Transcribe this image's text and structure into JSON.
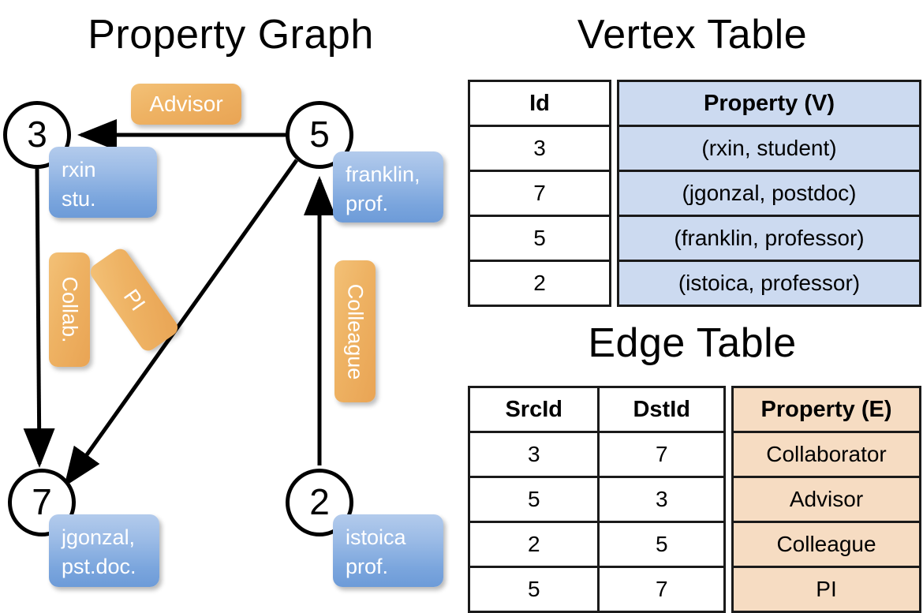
{
  "titles": {
    "property_graph": "Property Graph",
    "vertex_table": "Vertex Table",
    "edge_table": "Edge Table"
  },
  "colors": {
    "vertex_property_fill": "#ccdaf0",
    "edge_property_fill": "#f6dcc2",
    "callout_blue": "#7aa5dd",
    "label_orange": "#eeb263",
    "stroke": "#000000"
  },
  "graph": {
    "nodes": [
      {
        "id": "3",
        "property_lines": [
          "rxin",
          "stu."
        ]
      },
      {
        "id": "5",
        "property_lines": [
          "franklin,",
          "prof."
        ]
      },
      {
        "id": "7",
        "property_lines": [
          "jgonzal,",
          "pst.doc."
        ]
      },
      {
        "id": "2",
        "property_lines": [
          "istoica",
          "prof."
        ]
      }
    ],
    "edge_labels": [
      {
        "name": "advisor",
        "text": "Advisor"
      },
      {
        "name": "collab",
        "text": "Collab."
      },
      {
        "name": "pi",
        "text": "PI"
      },
      {
        "name": "colleague",
        "text": "Colleague"
      }
    ]
  },
  "vertex_table": {
    "headers": [
      "Id",
      "Property (V)"
    ],
    "rows": [
      {
        "id": "3",
        "property": "(rxin, student)"
      },
      {
        "id": "7",
        "property": "(jgonzal, postdoc)"
      },
      {
        "id": "5",
        "property": "(franklin, professor)"
      },
      {
        "id": "2",
        "property": "(istoica, professor)"
      }
    ]
  },
  "edge_table": {
    "headers": [
      "SrcId",
      "DstId",
      "Property (E)"
    ],
    "rows": [
      {
        "src": "3",
        "dst": "7",
        "property": "Collaborator"
      },
      {
        "src": "5",
        "dst": "3",
        "property": "Advisor"
      },
      {
        "src": "2",
        "dst": "5",
        "property": "Colleague"
      },
      {
        "src": "5",
        "dst": "7",
        "property": "PI"
      }
    ]
  }
}
